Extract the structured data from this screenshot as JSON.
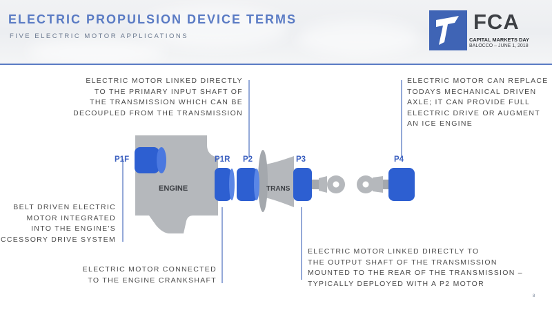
{
  "header": {
    "title": "ELECTRIC PROPULSION DEVICE TERMS",
    "subtitle": "FIVE ELECTRIC MOTOR APPLICATIONS"
  },
  "logo": {
    "brand": "FCA",
    "event": "CAPITAL MARKETS DAY",
    "location_date": "BALOCCO – JUNE 1, 2018"
  },
  "diagram": {
    "engine_label": "ENGINE",
    "trans_label": "TRANS",
    "motor_labels": [
      "P1F",
      "P1R",
      "P2",
      "P3",
      "P4"
    ]
  },
  "descriptions": {
    "p2": [
      "ELECTRIC MOTOR LINKED DIRECTLY",
      "TO THE PRIMARY INPUT SHAFT OF",
      "THE TRANSMISSION WHICH CAN BE",
      "DECOUPLED FROM THE TRANSMISSION"
    ],
    "p4": [
      "ELECTRIC MOTOR CAN REPLACE",
      "TODAYS MECHANICAL DRIVEN",
      "AXLE; IT CAN PROVIDE FULL",
      "ELECTRIC DRIVE OR AUGMENT",
      "AN ICE ENGINE"
    ],
    "p1f": [
      "BELT DRIVEN ELECTRIC",
      "MOTOR INTEGRATED",
      "INTO THE ENGINE'S",
      "ACCESSORY DRIVE SYSTEM"
    ],
    "p1r": [
      "ELECTRIC MOTOR CONNECTED",
      "TO THE ENGINE CRANKSHAFT"
    ],
    "p3": [
      "ELECTRIC MOTOR LINKED DIRECTLY TO",
      "THE OUTPUT SHAFT OF THE TRANSMISSION",
      "MOUNTED TO THE REAR OF THE TRANSMISSION –",
      "TYPICALLY DEPLOYED WITH A P2 MOTOR"
    ]
  },
  "page_number": "8",
  "colors": {
    "accent": "#5a7bc4",
    "motor_blue": "#2d5fd1",
    "label_blue": "#3a5fbf",
    "part_gray": "#b5b8bc"
  }
}
